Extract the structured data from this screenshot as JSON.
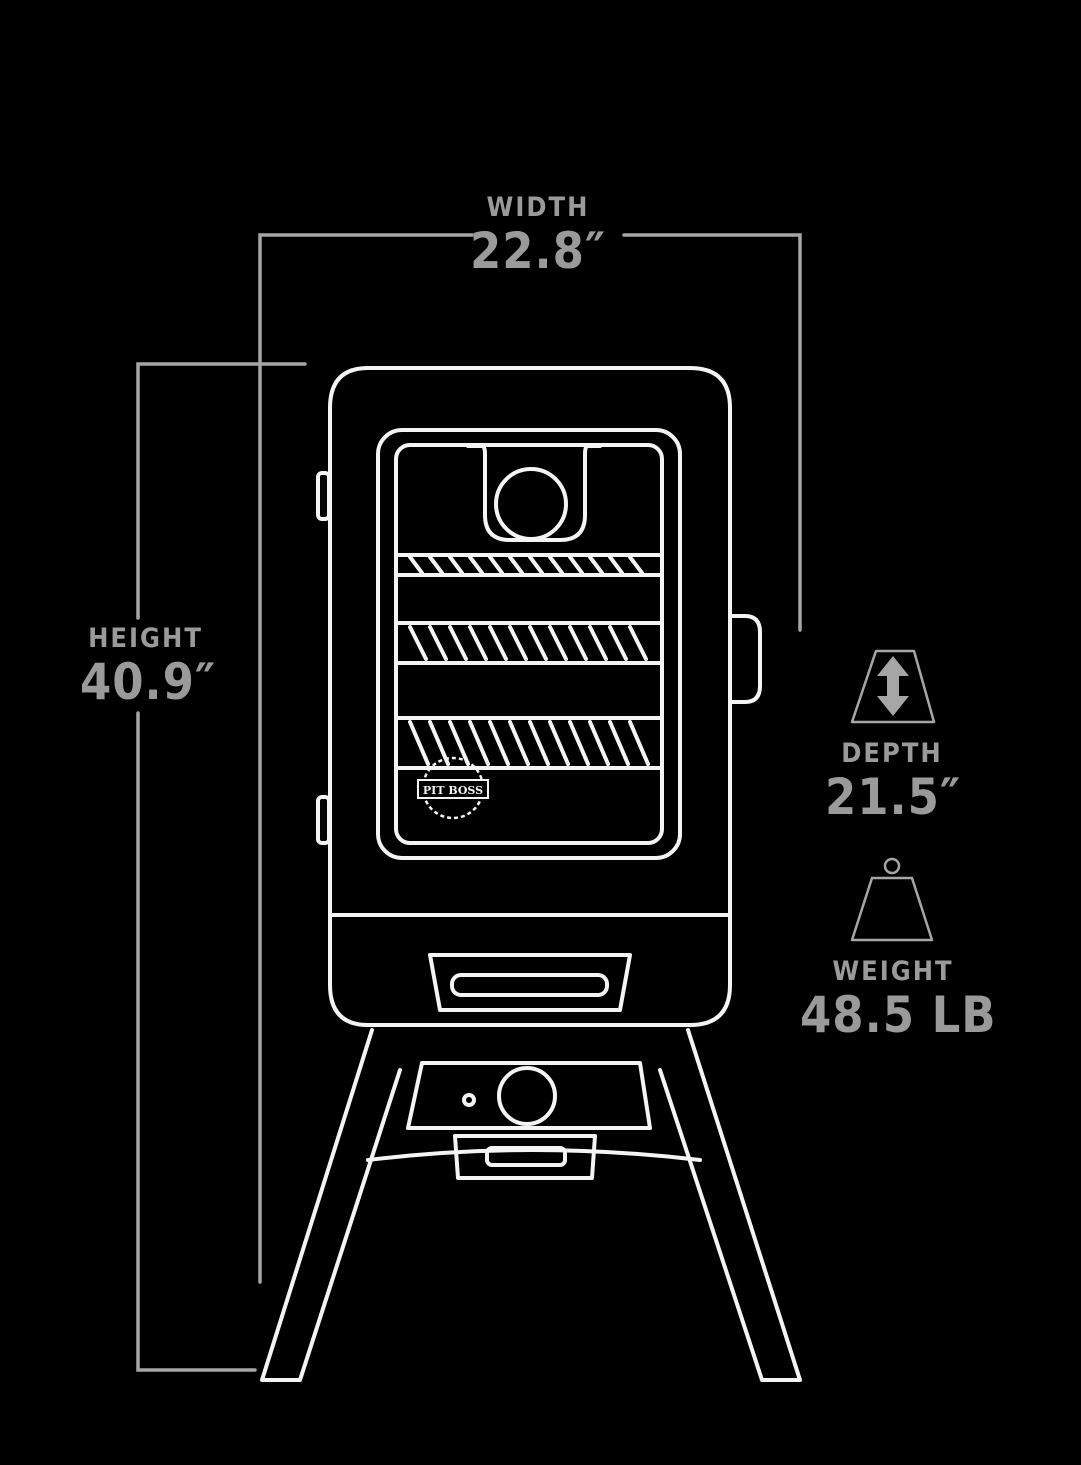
{
  "dimensions": {
    "width": {
      "label": "WIDTH",
      "value": "22.8″"
    },
    "height": {
      "label": "HEIGHT",
      "value": "40.9″"
    },
    "depth": {
      "label": "DEPTH",
      "value": "21.5″"
    },
    "weight": {
      "label": "WEIGHT",
      "value": "48.5 LB"
    }
  },
  "logo": {
    "text": "PIT BOSS"
  },
  "icons": {
    "depth": "vertical-double-arrow-icon",
    "weight": "kettlebell-weight-icon"
  },
  "colors": {
    "background": "#000000",
    "line_art": "#f4f4f4",
    "labels": "#9a9a9a"
  }
}
